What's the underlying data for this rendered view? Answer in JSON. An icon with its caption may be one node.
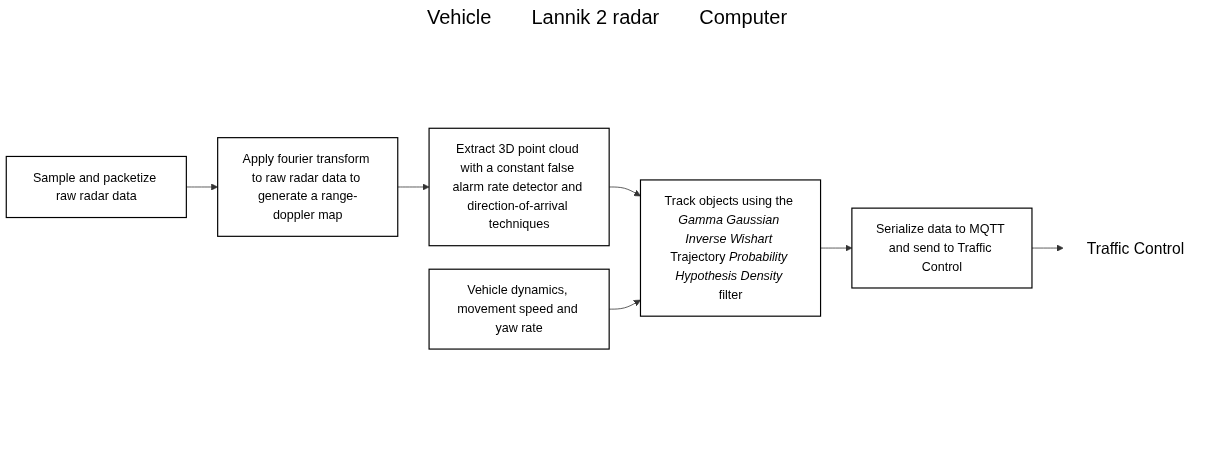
{
  "diagram": {
    "nodes": [
      {
        "text": [
          "Sample and packetize raw radar data"
        ]
      },
      {
        "text": [
          "Apply fourier transform to raw radar data to generate a range-doppler map"
        ]
      },
      {
        "text": [
          "Extract 3D point cloud with a constant false alarm rate detector and direction-of-arrival techniques"
        ]
      },
      {
        "text": [
          "Track objects using the *Gamma Gaussian Inverse Wishart* Trajectory *Probability Hypothesis Density* filter"
        ]
      },
      {
        "text": [
          "Serialize data to MQTT and send to Traffic Control"
        ]
      },
      {
        "text": [
          "Vehicle dynamics, movement speed and yaw rate"
        ]
      },
      {
        "text": [
          "Traffic Control"
        ]
      }
    ],
    "edges": [
      {
        "from": 0,
        "to": 1,
        "arrow": "to"
      },
      {
        "from": 1,
        "to": 2,
        "arrow": "to"
      },
      {
        "from": 2,
        "to": 3,
        "arrow": "to"
      },
      {
        "from": 3,
        "to": 4,
        "arrow": "to"
      },
      {
        "from": 4,
        "to": 6,
        "arrow": "to"
      },
      {
        "from": 5,
        "to": 3,
        "arrow": "to"
      }
    ],
    "labels": [
      "Vehicle",
      "Lannik 2 radar",
      "Computer"
    ]
  }
}
